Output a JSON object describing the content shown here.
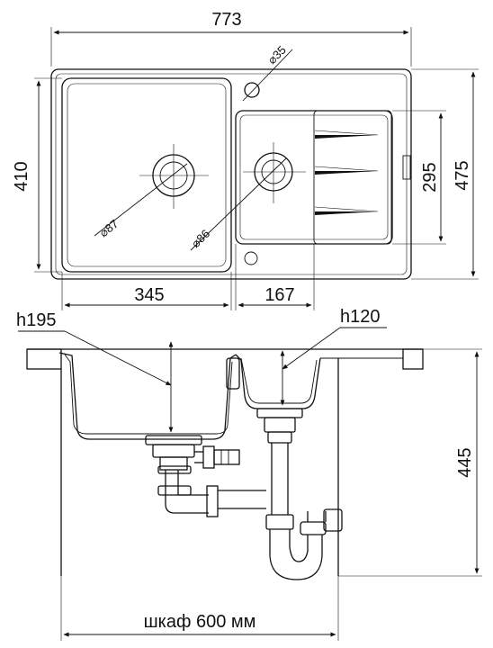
{
  "dimensions": {
    "overall_width": "773",
    "depth_outer": "475",
    "depth_main_bowl": "410",
    "depth_small_bowl": "295",
    "main_bowl_width": "345",
    "small_bowl_width": "167",
    "tap_hole": "35",
    "main_drain": "87",
    "small_drain": "86",
    "main_bowl_depth": "h195",
    "small_bowl_depth": "h120",
    "install_height": "445",
    "cabinet": "шкаф 600 мм"
  },
  "symbols": {
    "diameter": "⌀"
  }
}
